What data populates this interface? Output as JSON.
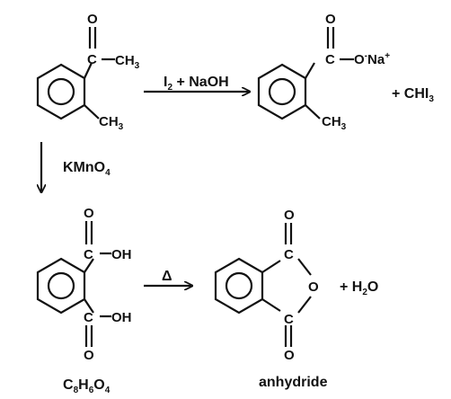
{
  "reactant": {
    "carbonyl_o": "O",
    "acetyl_c": "C",
    "acetyl_ch": "CH",
    "acetyl_sub": "3",
    "ring_ch": "CH",
    "ring_sub": "3"
  },
  "step1": {
    "reagent_i": "I",
    "reagent_i_sub": "2",
    "reagent_rest": " + NaOH"
  },
  "salt": {
    "carbonyl_o": "O",
    "c": "C",
    "o_minus": "O",
    "minus": "-",
    "na": "Na",
    "plus": "+",
    "ring_ch": "CH",
    "ring_sub": "3"
  },
  "byproduct1": {
    "text": "+ CHI",
    "sub": "3"
  },
  "step2": {
    "reagent_main": "KMnO",
    "reagent_sub": "4"
  },
  "acid": {
    "o_top": "O",
    "c_top": "C",
    "oh_top": "OH",
    "c_bottom": "C",
    "oh_bottom": "OH",
    "o_bottom": "O",
    "formula_c": "C",
    "formula_c_sub": "8",
    "formula_h": "H",
    "formula_h_sub": "6",
    "formula_o": "O",
    "formula_o_sub": "4"
  },
  "step3": {
    "heat": "Δ"
  },
  "anhydride": {
    "o_top": "O",
    "c_top": "C",
    "o_ring": "O",
    "c_bottom": "C",
    "o_bottom": "O",
    "label": "anhydride"
  },
  "byproduct2": {
    "text": "+ H",
    "sub": "2",
    "rest": "O"
  }
}
